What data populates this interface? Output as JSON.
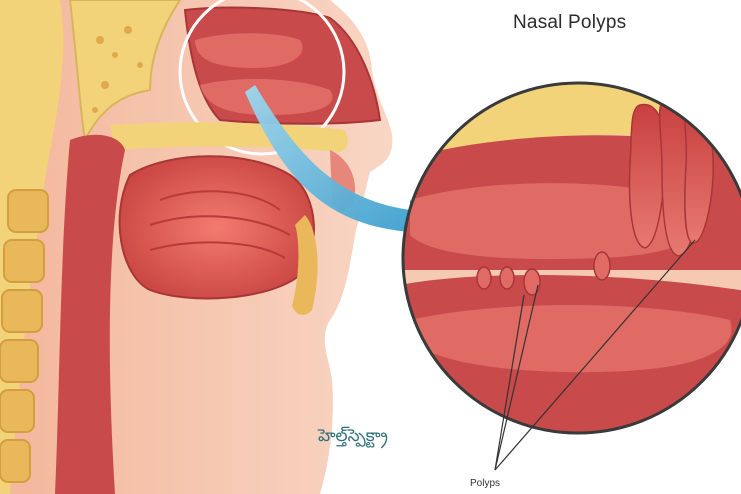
{
  "figure": {
    "title": "Nasal Polyps",
    "callout_label": "Polyps",
    "watermark_text": "హెల్త్‌స్పెక్ట్రా"
  },
  "colors": {
    "skin": "#f6c9b3",
    "tissue_dark": "#c94a4a",
    "tissue_mid": "#e06a64",
    "tissue_light": "#f08a80",
    "bone_yellow": "#f2d37a",
    "arrow_blue": "#4fb3d8",
    "magnifier_ring": "#3a3a3a"
  }
}
